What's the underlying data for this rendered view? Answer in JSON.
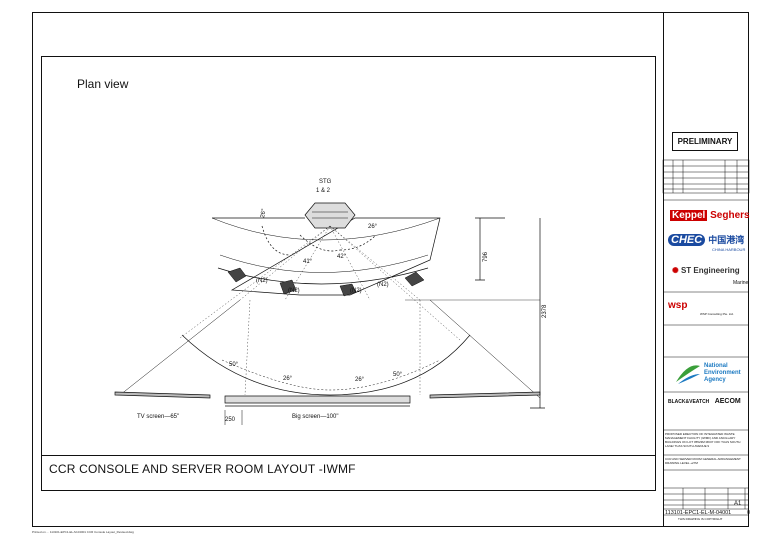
{
  "drawing": {
    "view_label": "Plan view",
    "title": "CCR CONSOLE AND SERVER ROOM LAYOUT -IWMF",
    "stg_label": "STG",
    "stg_sub": "1 & 2",
    "dims": {
      "d796": "796",
      "d2378": "2378",
      "d250": "250",
      "a26": "26°",
      "a41": "41°",
      "a42": "42°",
      "a26b": "26°",
      "a50l": "50°",
      "a26l": "26°",
      "a26r": "26°",
      "a50r": "50°"
    },
    "workstation_label": "(N2)",
    "tv_screen": "TV screen—65\"",
    "big_screen": "Big screen—100\""
  },
  "title_block": {
    "preliminary": "PRELIMINARY",
    "keppel": "Keppel",
    "seghers": "Seghers",
    "chec": "CHEC",
    "chec_cn": "中国港湾",
    "chec_sub": "CHINA HARBOUR",
    "st": "ST Engineering",
    "st_sub": "Marine",
    "wsp": "wsp",
    "wsp_name": "WSP Consulting Pte. Ltd.",
    "nea_line1": "National",
    "nea_line2": "Environment",
    "nea_line3": "Agency",
    "blackveatch": "BLACK&VEATCH",
    "aecom": "AECOM",
    "project_desc": "PROPOSED ERECTION OF INTEGRATED WASTE MANAGEMENT FACILITY (IWMF) AND ANCILLARY BUILDINGS ON LOT 05523M MK07 OFF TUAS SOUTH LANE/ TUAS SOUTH AVENUE 9",
    "drawing_desc": "CCR AND SERVER ROOM GENERAL ARRANGEMENT DRAWING LEVEL +27M",
    "scale": "A1",
    "drawing_no": "113101-EPC1-EL-M-04001",
    "revision": "0",
    "copyright": "THIS DRAWING IS COPYRIGHT"
  },
  "footnote": "Printed on ... 113101-EPC1-EL-M-04001 CCR Console Layout_Revised.dwg"
}
